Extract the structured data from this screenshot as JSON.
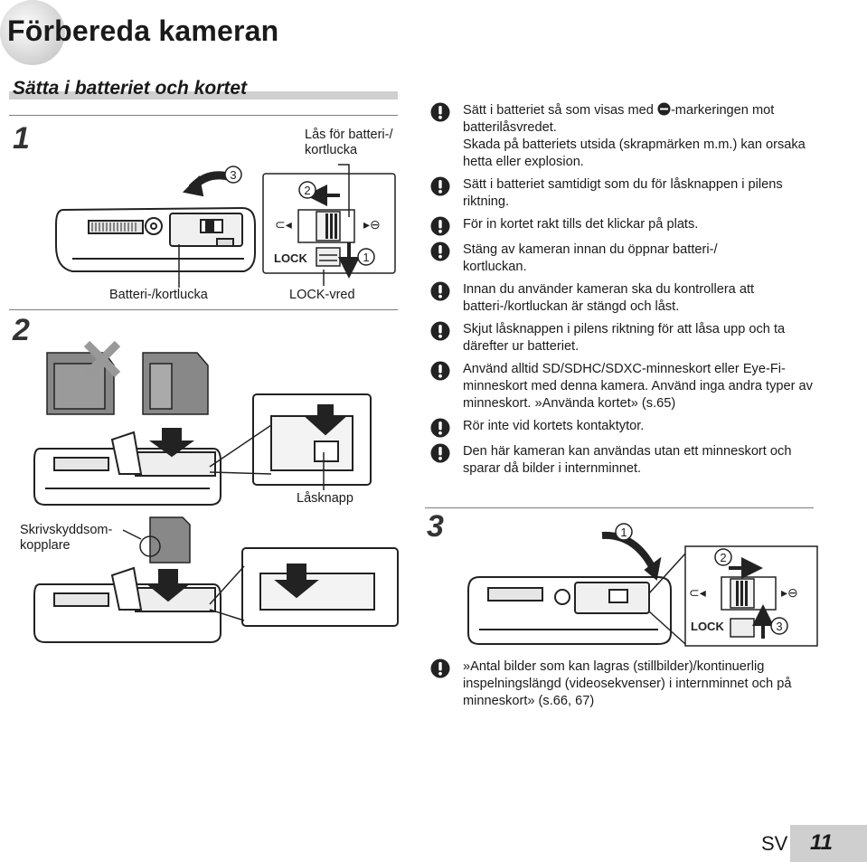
{
  "header": {
    "title": "Förbereda kameran"
  },
  "section": {
    "heading": "Sätta i batteriet och kortet"
  },
  "steps": {
    "s1": "1",
    "s2": "2",
    "s3": "3"
  },
  "labels": {
    "battery_lock": "Lås för batteri-/ kortlucka",
    "battery_cover": "Batteri-/kortlucka",
    "lock_knob": "LOCK-vred",
    "lock_button": "Låsknapp",
    "write_protect_1": "Skrivskyddsom-",
    "write_protect_2": "kopplare",
    "lock_text": "LOCK"
  },
  "callouts": {
    "c1": "1",
    "c2": "2",
    "c3": "3"
  },
  "notes": [
    {
      "pre": "Sätt i batteriet så som visas med ",
      "post": "-markeringen mot batterilåsvredet.",
      "line2": "Skada på batteriets utsida (skrapmärken m.m.) kan orsaka hetta eller explosion."
    },
    {
      "text": "Sätt i batteriet samtidigt som du för låsknappen i pilens riktning."
    },
    {
      "text": "För in kortet rakt tills det klickar på plats."
    },
    {
      "text": "Stäng av kameran innan du öppnar batteri-/ kortluckan."
    },
    {
      "text": "Innan du använder kameran ska du kontrollera att batteri-/kortluckan är stängd och låst."
    },
    {
      "text": "Skjut låsknappen i pilens riktning för att låsa upp och ta därefter ur batteriet."
    },
    {
      "text": "Använd alltid SD/SDHC/SDXC-minneskort eller Eye-Fi-minneskort med denna kamera. Använd inga andra typer av minneskort. »Använda kortet» (s.65)"
    },
    {
      "text": "Rör inte vid kortets kontaktytor."
    },
    {
      "text": "Den här kameran kan användas utan ett minneskort och sparar då bilder i internminnet."
    }
  ],
  "bottom_note": {
    "text": "»Antal bilder som kan lagras (stillbilder)/kontinuerlig inspelningslängd (videosekvenser) i internminnet och på minneskort» (s.66, 67)"
  },
  "footer": {
    "lang": "SV",
    "page": "11"
  },
  "icons": {
    "note": "exclamation-icon",
    "battery_mark": "battery-orientation-icon"
  }
}
